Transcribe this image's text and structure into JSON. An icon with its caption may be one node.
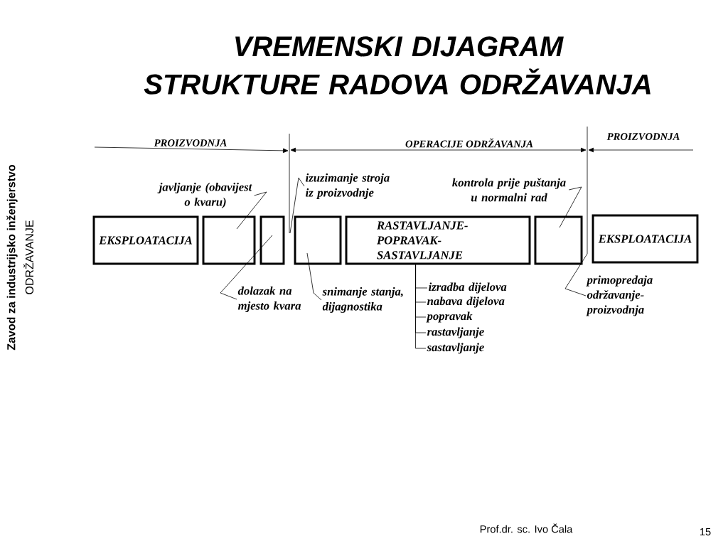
{
  "diagram": {
    "title": "VREMENSKI DIJAGRAM STRUKTURE RADOVA ODRŽAVANJA",
    "nodes": [
      {
        "text": [
          "EKSPLOATACIJA"
        ]
      },
      {
        "text": [],
        "shape": "box"
      },
      {
        "text": [],
        "shape": "box"
      },
      {
        "text": [],
        "shape": "box"
      },
      {
        "text": [
          "RASTAVLJANJE- POPRAVAK- SASTAVLJANJE"
        ]
      },
      {
        "text": [],
        "shape": "box"
      },
      {
        "text": [
          "EKSPLOATACIJA"
        ]
      },
      {
        "text": [
          "javljanje (obavijest o kvaru)"
        ]
      },
      {
        "text": [
          "dolazak na mjesto kvara"
        ]
      },
      {
        "text": [
          "izuzimanje stroja iz proizvodnje"
        ]
      },
      {
        "text": [
          "snimanje stanja, dijagnostika"
        ]
      },
      {
        "text": [
          "kontrola prije puštanja u normalni rad"
        ]
      },
      {
        "text": [
          "primopredaja održavanje- proizvodnja"
        ]
      },
      {
        "text": [
          "izradba dijelova"
        ]
      },
      {
        "text": [
          "nabava dijelova"
        ]
      },
      {
        "text": [
          "popravak"
        ]
      },
      {
        "text": [
          "rastavljanje"
        ]
      },
      {
        "text": [
          "sastavljanje"
        ]
      }
    ],
    "edges": [
      {
        "from": 7,
        "to": 1,
        "arrow": "none"
      },
      {
        "from": 8,
        "to": 2,
        "arrow": "none"
      },
      {
        "from": 9,
        "to": 2,
        "arrow": "none"
      },
      {
        "from": 10,
        "to": 3,
        "arrow": "none"
      },
      {
        "from": 11,
        "to": 5,
        "arrow": "none"
      },
      {
        "from": 12,
        "to": 5,
        "arrow": "none"
      },
      {
        "from": 13,
        "to": 4,
        "arrow": "none"
      },
      {
        "from": 14,
        "to": 4,
        "arrow": "none"
      },
      {
        "from": 15,
        "to": 4,
        "arrow": "none"
      },
      {
        "from": 16,
        "to": 4,
        "arrow": "none"
      },
      {
        "from": 17,
        "to": 4,
        "arrow": "none"
      }
    ],
    "labels": [
      "PROIZVODNJA",
      "OPERACIJE ODRŽAVANJA",
      "PROIZVODNJA",
      "Zavod za industrijsko inženjerstvo",
      "ODRŽAVANJE",
      "Prof.dr. sc. Ivo Čala",
      "15"
    ]
  }
}
